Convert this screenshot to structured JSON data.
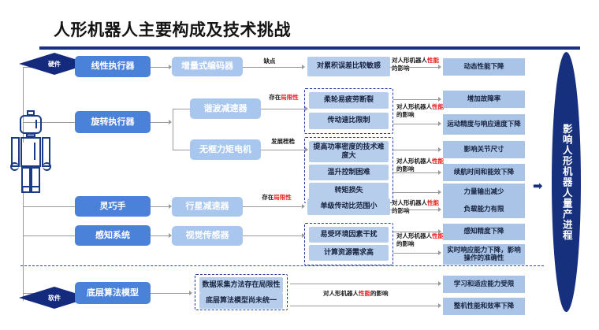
{
  "title": "人形机器人主要构成及技术挑战",
  "badges": {
    "hardware": "硬件",
    "software": "软件"
  },
  "icons": {
    "robot": "humanoid-robot-icon",
    "arrow": "right-arrow-icon"
  },
  "colors": {
    "navy": "#16307e",
    "primary_blue": "#4a81d9",
    "mid_blue": "#a9c6ef",
    "light_blue": "#b6cdec",
    "accent_red": "#e8221f",
    "line_gray": "#9a9a9a"
  },
  "conclusion": "影响人形机器人量产进程",
  "connector_labels": {
    "defect": "缺点",
    "limitation": "存在局限性",
    "bottleneck": "发展桎梏",
    "impact_prefix": "对人形机器人",
    "impact_hot": "性能",
    "impact_suffix": "的影响"
  },
  "components": [
    {
      "name": "线性执行器"
    },
    {
      "name": "旋转执行器"
    },
    {
      "name": "灵巧手"
    },
    {
      "name": "感知系统"
    },
    {
      "name": "底层算法模型"
    }
  ],
  "parts": [
    {
      "name": "增量式编码器"
    },
    {
      "name": "谐波减速器"
    },
    {
      "name": "无框力矩电机"
    },
    {
      "name": "行星减速器"
    },
    {
      "name": "视觉传感器"
    }
  ],
  "issues": {
    "encoder": [
      "对累积误差比较敏感"
    ],
    "harmonic": [
      "柔轮易疲劳断裂",
      "传动速比限制"
    ],
    "motor": [
      "提高功率密度的技术难度大",
      "温升控制困难",
      "转矩损失"
    ],
    "planetary": [
      "单级传动比范围小"
    ],
    "vision": [
      "易受环境因素干扰",
      "计算资源需求高"
    ],
    "algorithm": [
      "数据采集方法存在局限性",
      "底层算法模型尚未统一"
    ]
  },
  "outcomes": {
    "encoder": [
      "动态性能下降"
    ],
    "harmonic": [
      "增加故障率",
      "运动精度与响应速度下降"
    ],
    "motor": [
      "影响关节尺寸",
      "续航时间和能效下降",
      "力量输出减少"
    ],
    "planetary": [
      "负载能力有限"
    ],
    "vision": [
      "感知精度下降",
      "实时响应能力下降，影响操作的准确性"
    ],
    "algorithm": [
      "学习和适应能力受限",
      "整机性能和效率下降"
    ]
  }
}
